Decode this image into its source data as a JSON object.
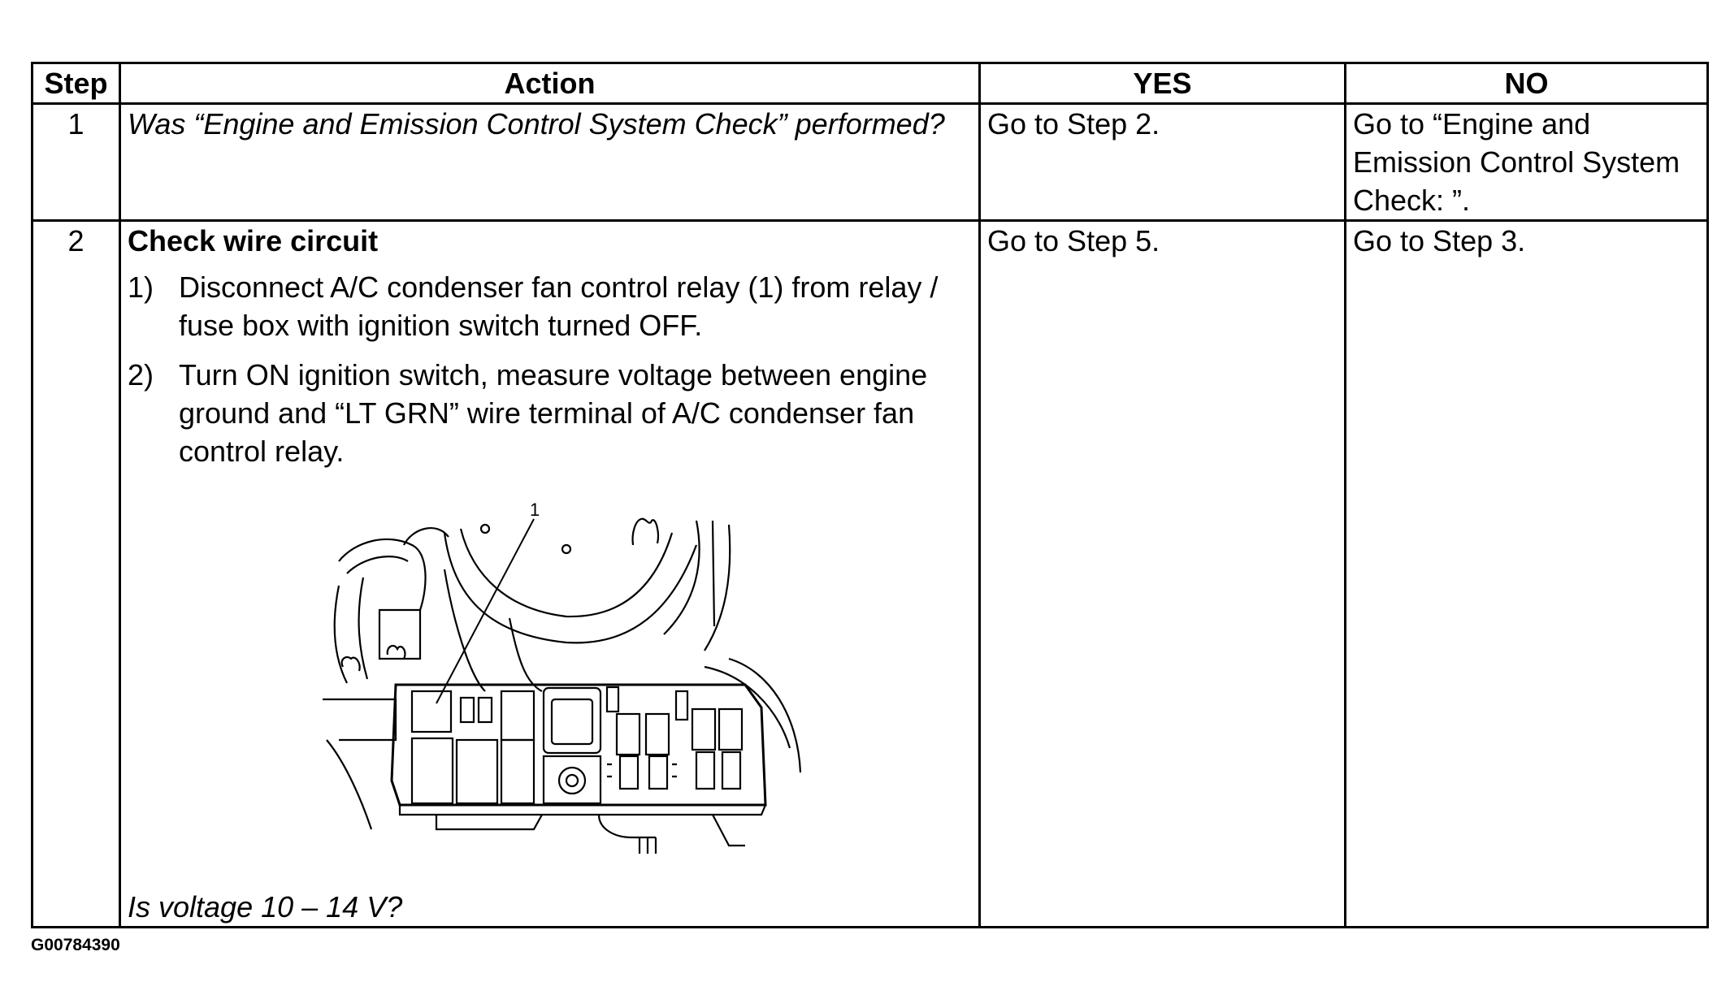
{
  "table": {
    "headers": {
      "step": "Step",
      "action": "Action",
      "yes": "YES",
      "no": "NO"
    },
    "rows": [
      {
        "step": "1",
        "question": "Was “Engine and Emission Control System Check” performed?",
        "yes": "Go to Step 2.",
        "no": "Go to “Engine and Emission Control System Check: ”."
      },
      {
        "step": "2",
        "title": "Check wire circuit",
        "substeps": [
          {
            "num": "1)",
            "text": "Disconnect A/C condenser fan control relay (1) from relay / fuse box with ignition switch turned OFF."
          },
          {
            "num": "2)",
            "text": "Turn ON ignition switch, measure voltage between engine ground and “LT GRN” wire terminal of A/C condenser fan control relay."
          }
        ],
        "figure_callout": "1",
        "question": "Is voltage 10 – 14 V?",
        "yes": "Go to Step 5.",
        "no": "Go to Step 3."
      }
    ]
  },
  "figure_code": "G00784390"
}
